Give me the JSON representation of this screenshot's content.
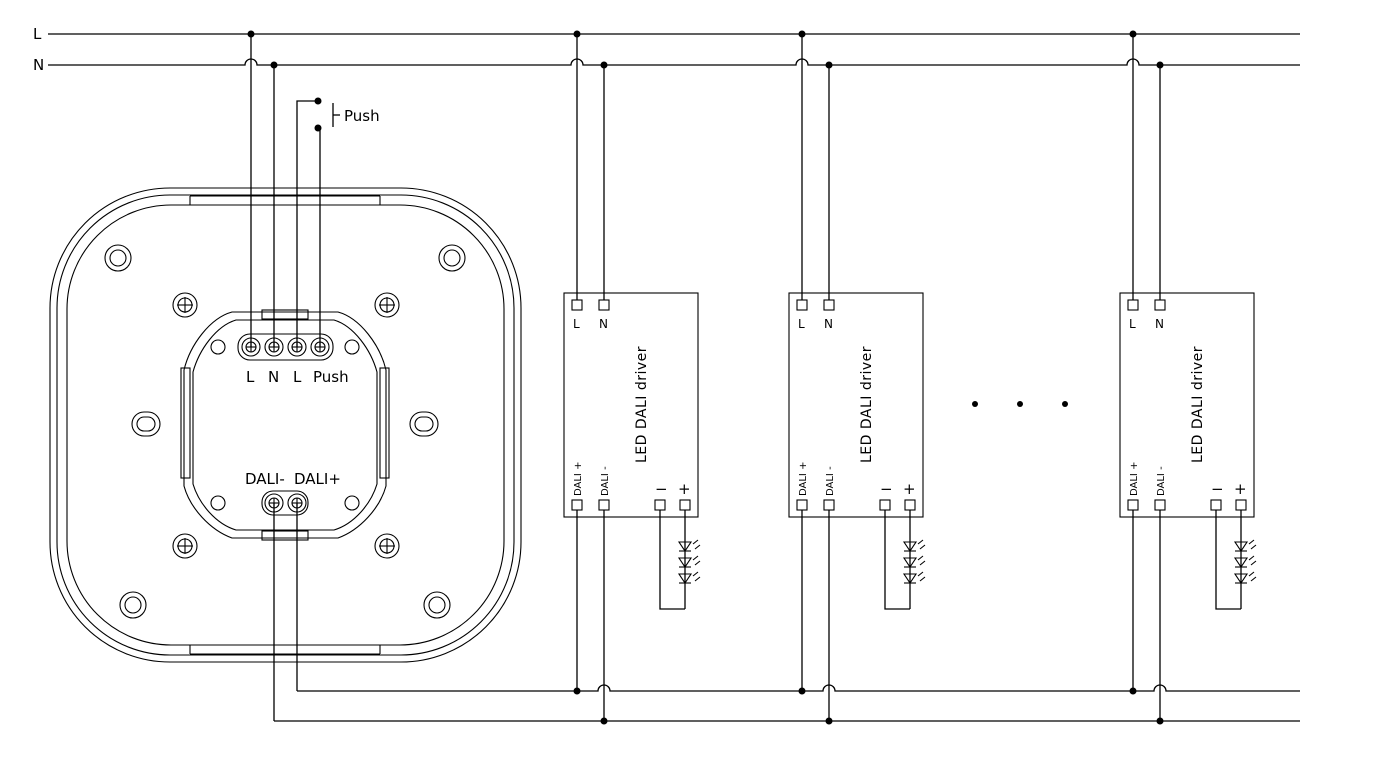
{
  "lines": {
    "live": "L",
    "neutral": "N"
  },
  "push_switch": {
    "label": "Push"
  },
  "controller": {
    "terminals": [
      "L",
      "N",
      "L",
      "Push"
    ],
    "dali_minus": "DALI-",
    "dali_plus": "DALI+"
  },
  "drivers": [
    {
      "title": "LED DALI driver",
      "l": "L",
      "n": "N",
      "dali_plus": "DALI +",
      "dali_minus": "DALI -",
      "out_minus": "−",
      "out_plus": "+"
    },
    {
      "title": "LED DALI driver",
      "l": "L",
      "n": "N",
      "dali_plus": "DALI +",
      "dali_minus": "DALI -",
      "out_minus": "−",
      "out_plus": "+"
    },
    {
      "title": "LED DALI driver",
      "l": "L",
      "n": "N",
      "dali_plus": "DALI +",
      "dali_minus": "DALI -",
      "out_minus": "−",
      "out_plus": "+"
    }
  ],
  "colors": {
    "ink": "#000000",
    "background": "#ffffff"
  }
}
